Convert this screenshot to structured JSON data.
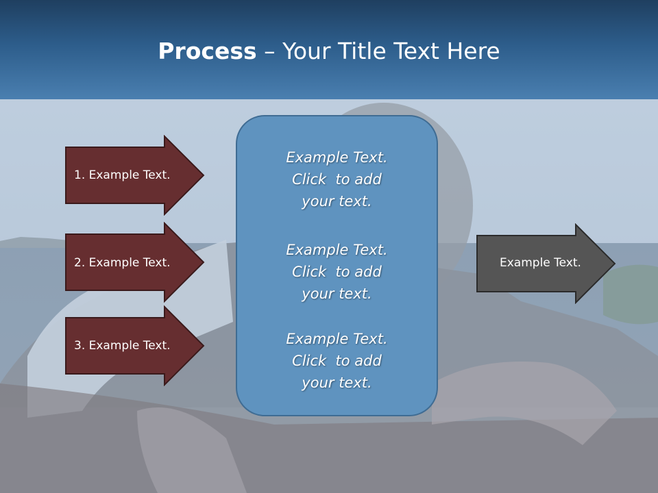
{
  "title": {
    "bold": "Process",
    "rest": " – Your Title Text Here"
  },
  "left_arrows": [
    {
      "label": "1. Example Text."
    },
    {
      "label": "2. Example Text."
    },
    {
      "label": "3. Example Text."
    }
  ],
  "center_blocks": [
    {
      "lines": [
        "Example Text.",
        "Click  to add",
        "your text."
      ]
    },
    {
      "lines": [
        "Example Text.",
        "Click  to add",
        "your text."
      ]
    },
    {
      "lines": [
        "Example Text.",
        "Click  to add",
        "your text."
      ]
    }
  ],
  "right_arrow": {
    "label": "Example Text."
  },
  "colors": {
    "header": "#2d5d8b",
    "left_arrow_fill": "#662e30",
    "right_arrow_fill": "#555555",
    "center_box_fill": "#5f93bf"
  },
  "icons": {
    "background": "photo-background-icon"
  }
}
